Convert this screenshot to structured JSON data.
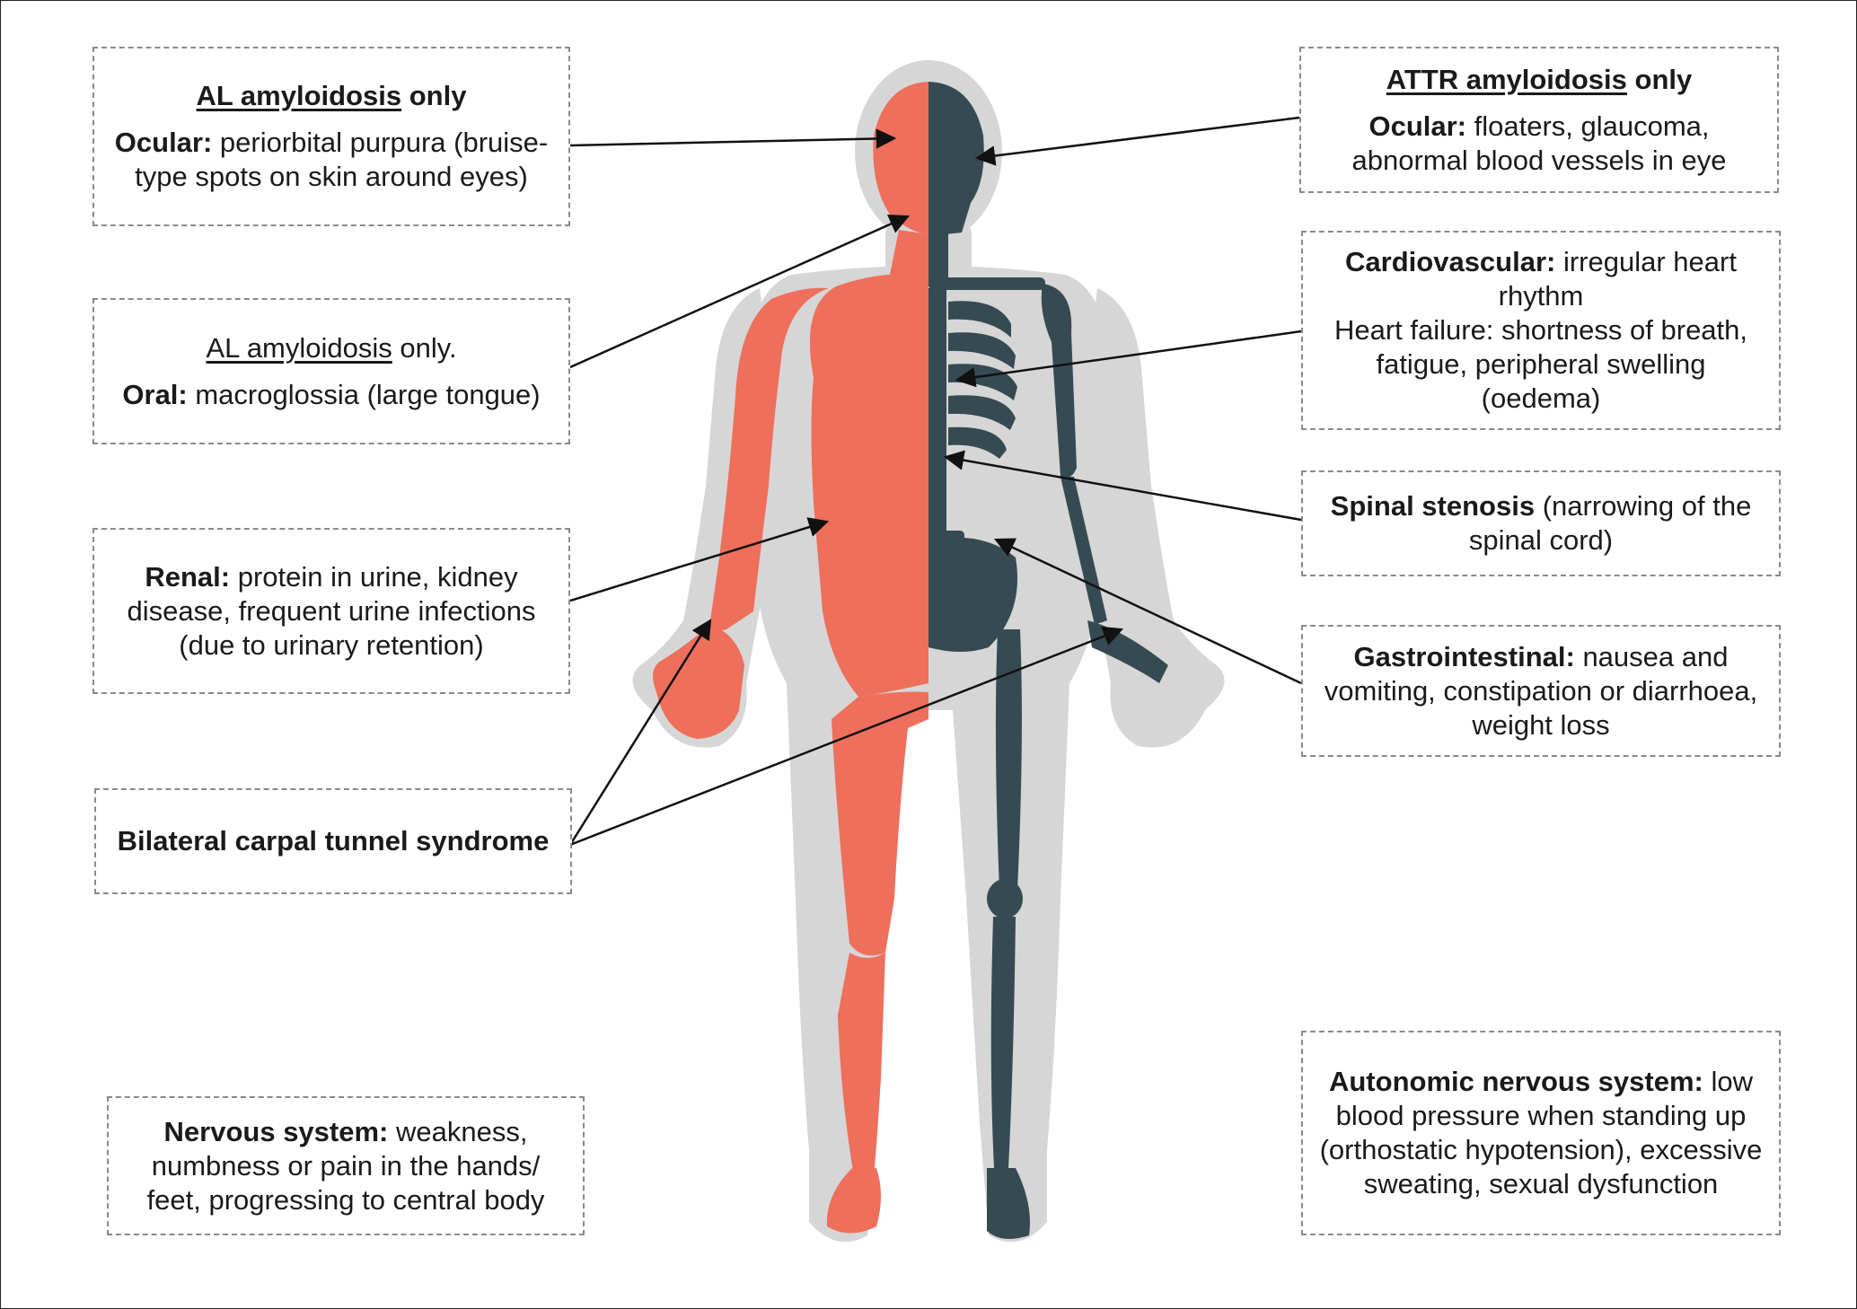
{
  "callouts": {
    "al_ocular": {
      "heading": "AL amyloidosis",
      "heading_suffix": " only",
      "label": "Ocular:",
      "text": " periorbital purpura (bruise-type spots on skin around eyes)"
    },
    "al_oral": {
      "heading": "AL amyloidosis",
      "heading_suffix": " only.",
      "label": "Oral:",
      "text": " macroglossia (large tongue)"
    },
    "renal": {
      "label": "Renal:",
      "text": " protein in urine, kidney disease, frequent urine infections (due to urinary retention)"
    },
    "carpal": {
      "label": "Bilateral carpal tunnel syndrome"
    },
    "nervous": {
      "label": "Nervous system:",
      "text": " weakness, numbness or pain in the hands/ feet, progressing to central body"
    },
    "attr_ocular": {
      "heading": "ATTR amyloidosis",
      "heading_suffix": " only",
      "label": "Ocular:",
      "text": " floaters, glaucoma, abnormal blood vessels in eye"
    },
    "cardio": {
      "label": "Cardiovascular:",
      "text": " irregular heart rhythm",
      "line2": "Heart failure: shortness of breath, fatigue, peripheral swelling (oedema)"
    },
    "spinal": {
      "label": "Spinal stenosis",
      "text": " (narrowing of the spinal cord)"
    },
    "gi": {
      "label": "Gastrointestinal:",
      "text": " nausea and vomiting, constipation or diarrhoea, weight loss"
    },
    "autonomic": {
      "label": "Autonomic nervous system:",
      "text": " low blood pressure when standing up (orthostatic hypotension), excessive sweating, sexual dysfunction"
    }
  },
  "colors": {
    "muscle": "#ee6f5c",
    "skeleton": "#364a52",
    "outline": "#d6d6d6",
    "border": "#8a8a8a",
    "arrow": "#111111"
  }
}
